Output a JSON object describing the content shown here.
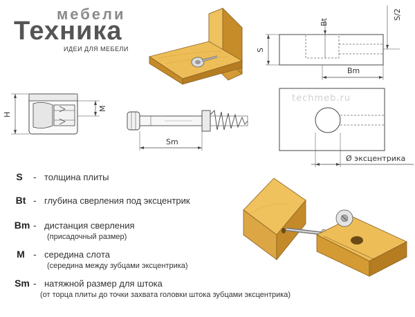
{
  "logo": {
    "top": "мебели",
    "main": "Техника",
    "sub": "ИДЕИ ДЛЯ МЕБЕЛИ"
  },
  "watermark": "techmeb.ru",
  "labels": {
    "s": "S",
    "bt": "Bt",
    "s_half": "S/2",
    "bm": "Bm",
    "h": "H",
    "m": "M",
    "sm": "Sm",
    "ecc": "Ø эксцентрика"
  },
  "legend": [
    {
      "symbol": "S",
      "text": "толщина плиты",
      "note": ""
    },
    {
      "symbol": "Bt",
      "text": "глубина сверления под эксцентрик",
      "note": ""
    },
    {
      "symbol": "Bm",
      "text": "дистанция сверления",
      "note": "(присадочный размер)"
    },
    {
      "symbol": "M",
      "text": "середина слота",
      "note": "(середина между зубцами эксцентрика)"
    },
    {
      "symbol": "Sm",
      "text": "натяжной размер для штока",
      "note": "(от торца плиты до точки захвата головки штока зубцами эксцентрика)"
    }
  ],
  "colors": {
    "wood": "#e0b24a",
    "wood_dark": "#b9862a",
    "wood_light": "#f0cc72",
    "line": "#444444"
  }
}
